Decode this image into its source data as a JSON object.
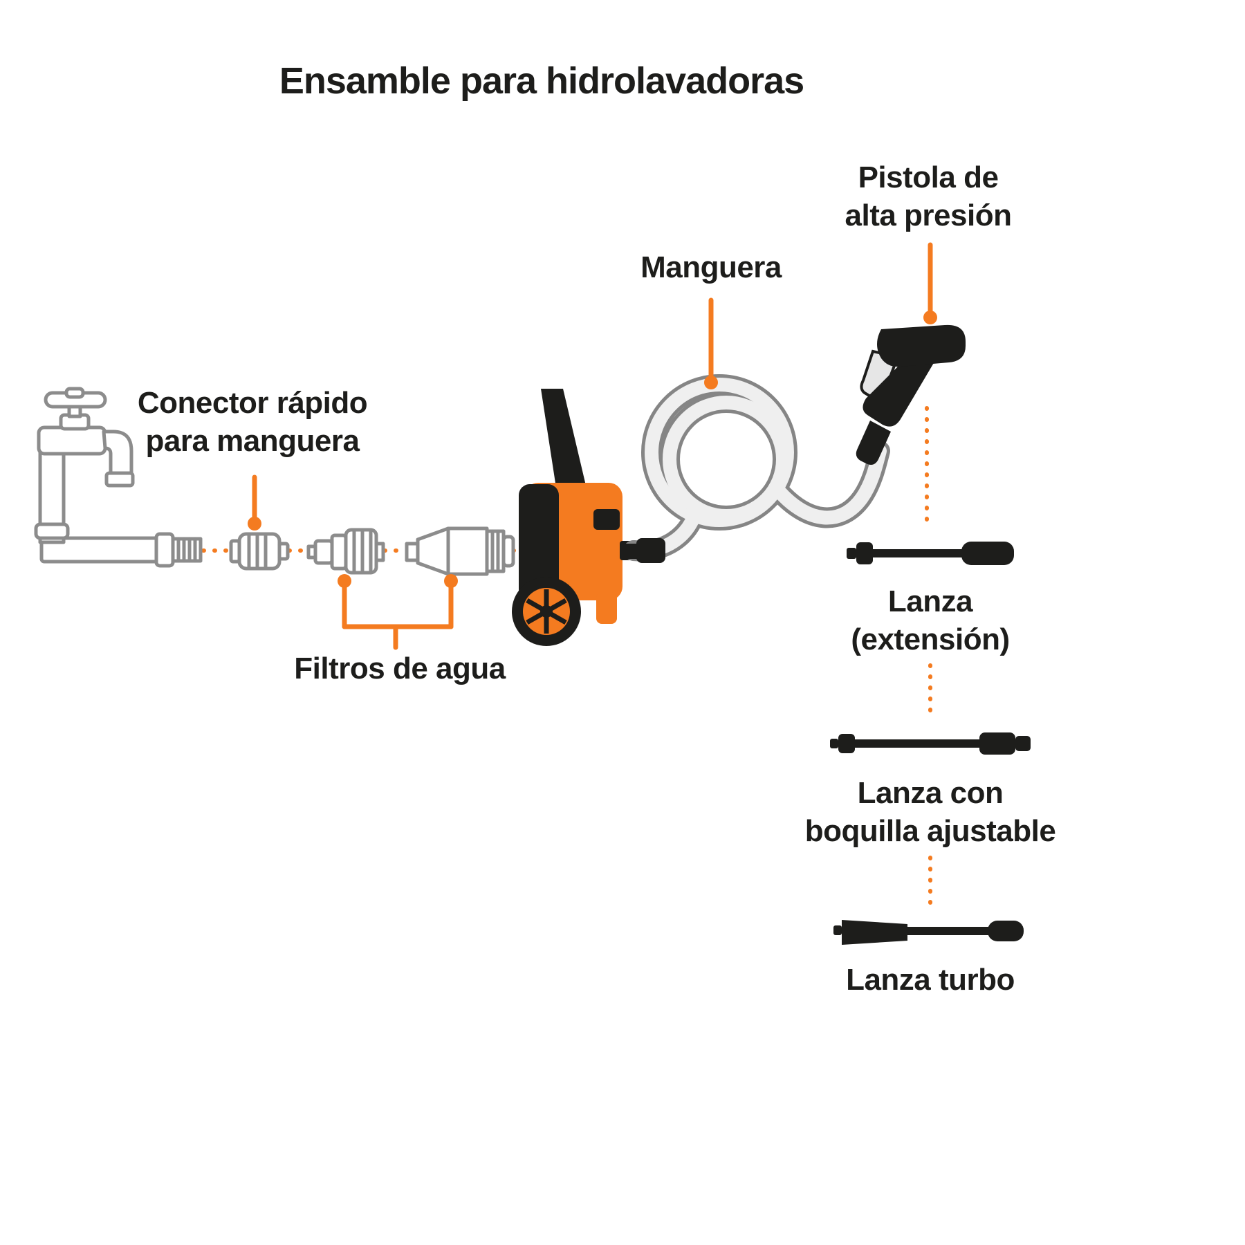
{
  "title": "Ensamble para hidrolavadoras",
  "colors": {
    "accent": "#F47B20",
    "ink": "#1D1D1B",
    "line_art": "#8C8C8C"
  },
  "labels": {
    "quick_connector": "Conector rápido\npara manguera",
    "water_filters": "Filtros de agua",
    "hose": "Manguera",
    "pressure_gun": "Pistola de\nalta presión",
    "lance_extension": "Lanza\n(extensión)",
    "lance_adjustable_nozzle": "Lanza con\nboquilla ajustable",
    "lance_turbo": "Lanza turbo"
  }
}
